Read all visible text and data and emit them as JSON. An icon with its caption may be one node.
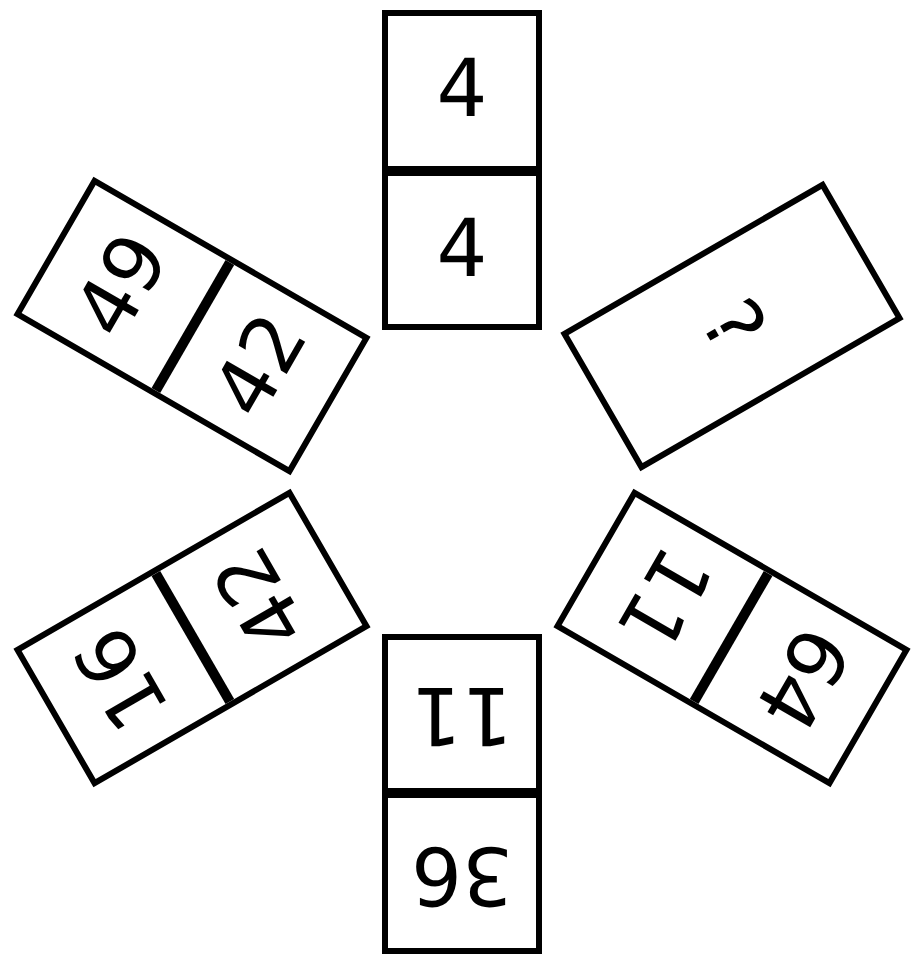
{
  "diagram": {
    "nodes": [
      {
        "text": [
          "4",
          "4"
        ]
      },
      {
        "text": [
          "49",
          "42"
        ]
      },
      {
        "text": [
          "?"
        ]
      },
      {
        "text": [
          "16",
          "42"
        ]
      },
      {
        "text": [
          "64",
          "11"
        ]
      },
      {
        "text": [
          "36",
          "11"
        ]
      }
    ]
  }
}
